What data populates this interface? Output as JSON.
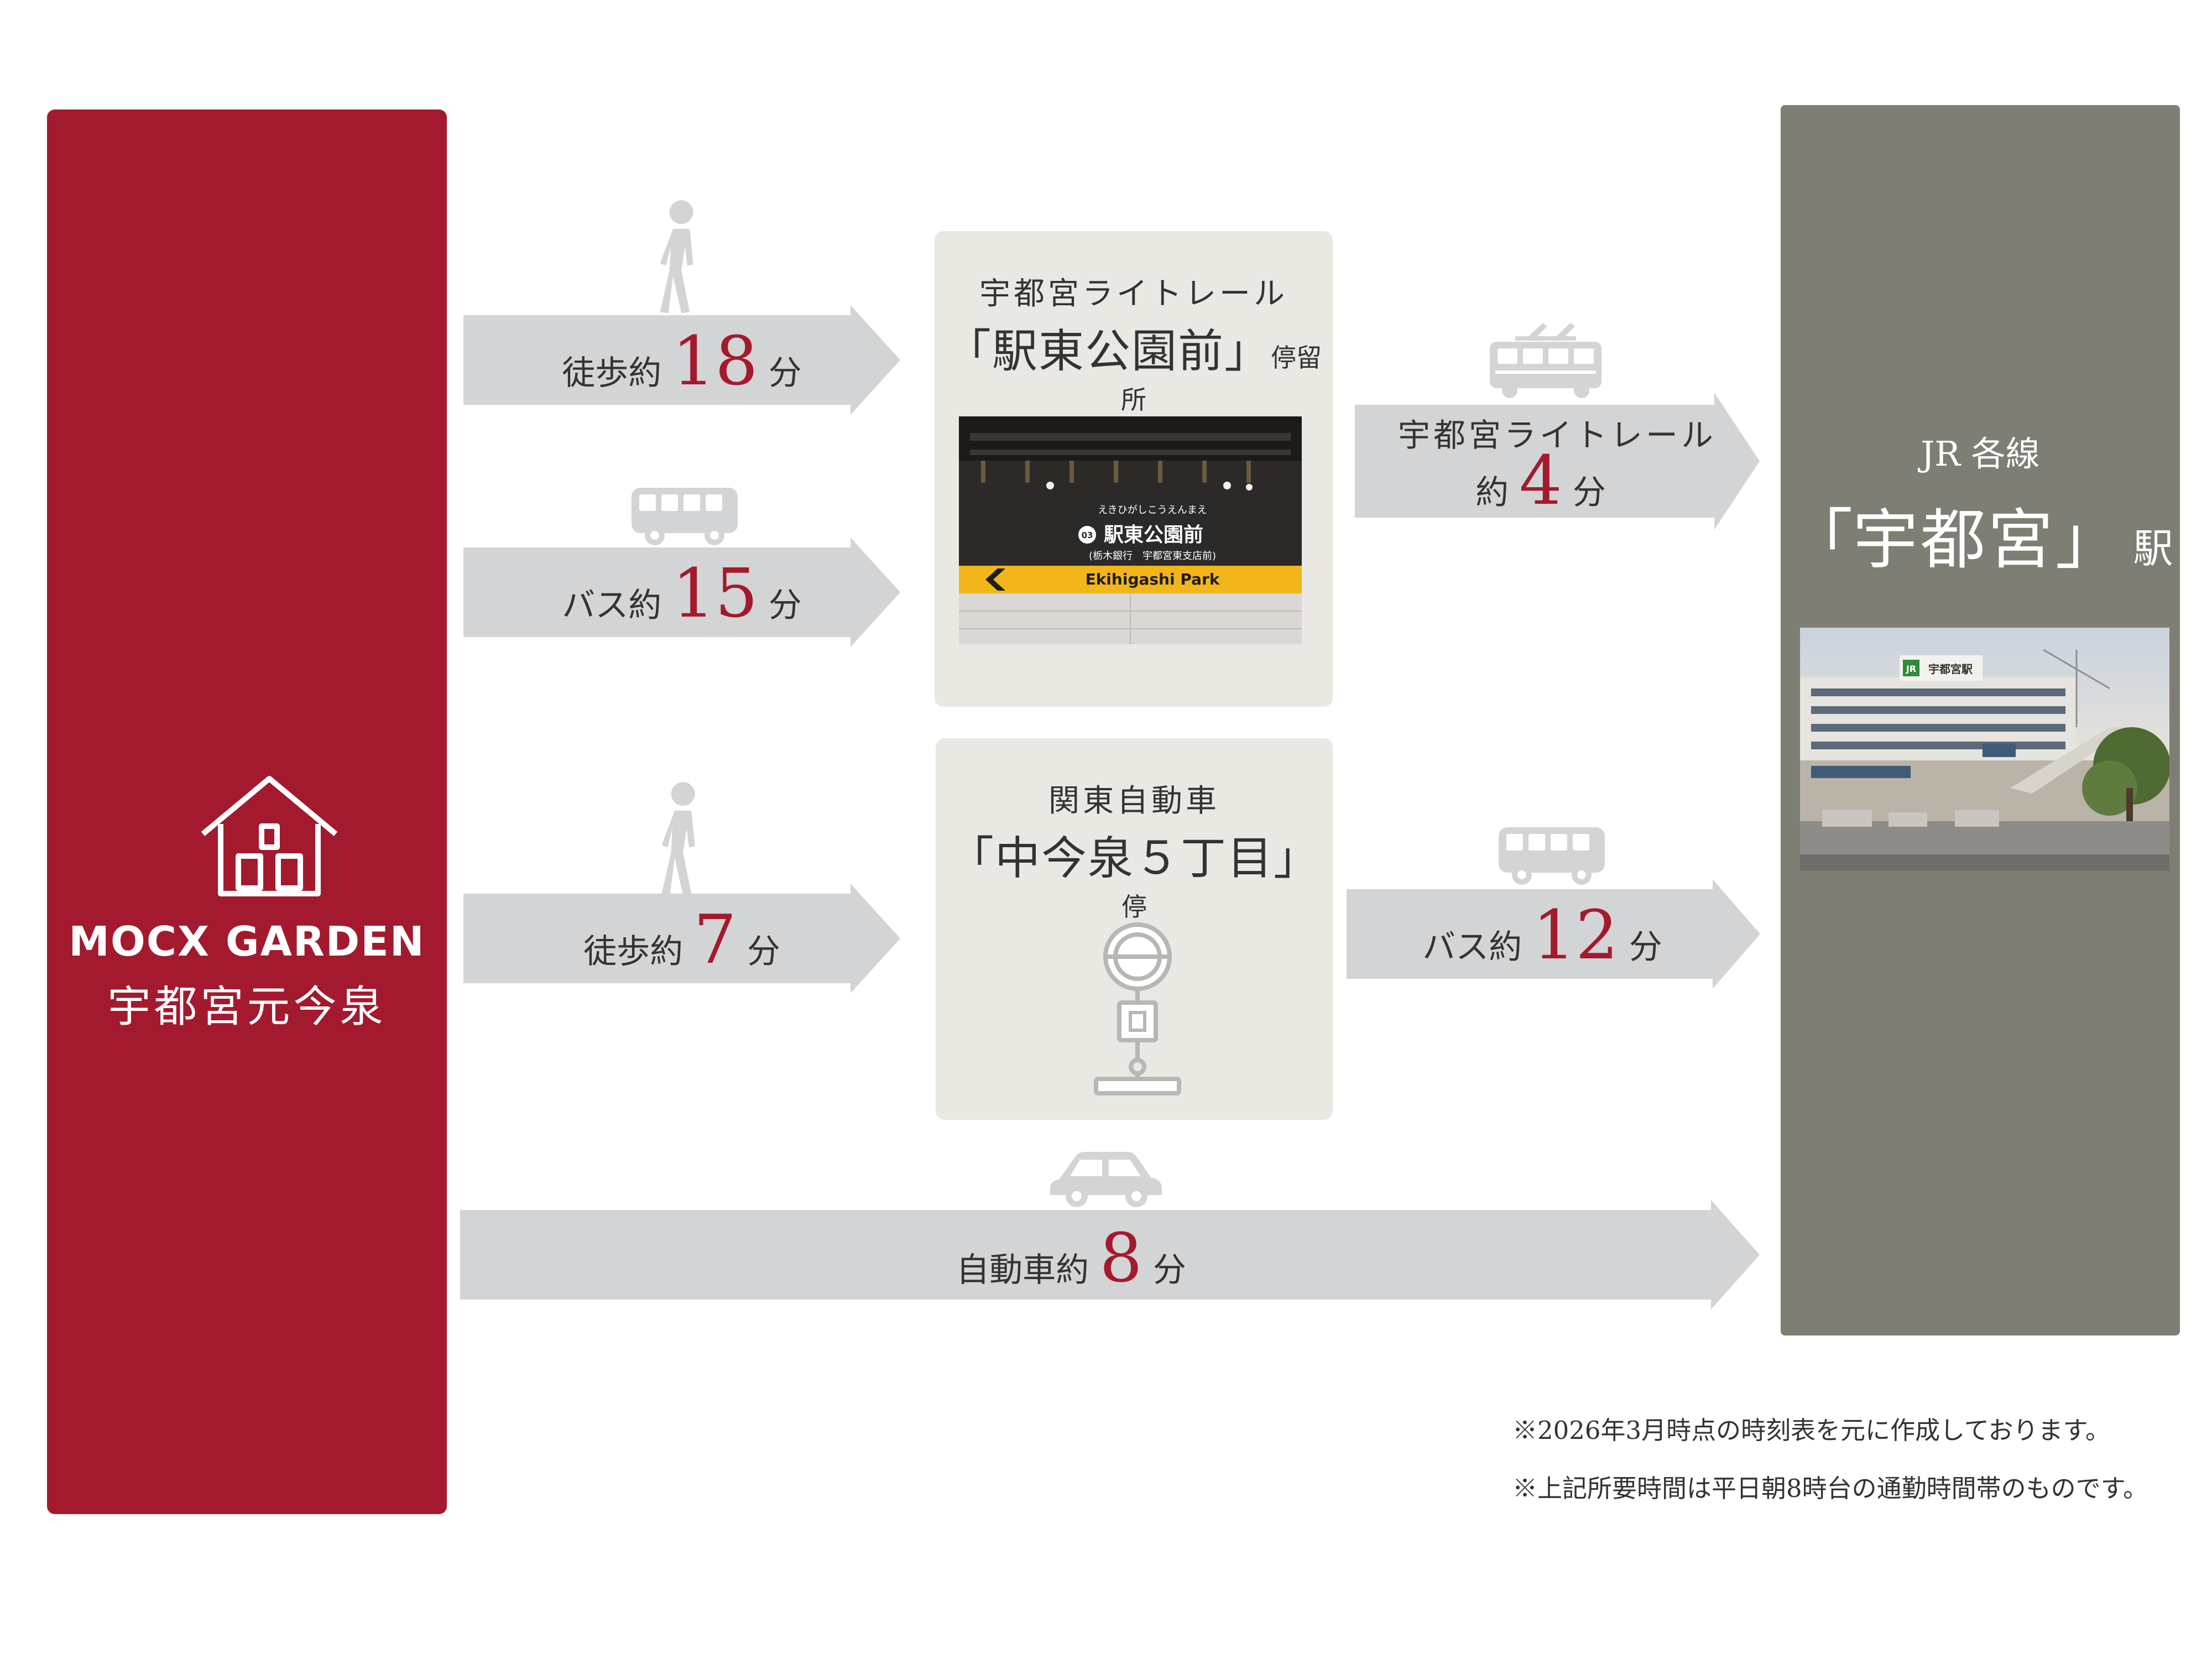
{
  "origin": {
    "brand": "MOCX GARDEN",
    "name": "宇都宮元今泉"
  },
  "routes": [
    {
      "mode": "徒歩約",
      "minutes": "18",
      "unit": "分",
      "icon": "walking-person-icon"
    },
    {
      "mode": "バス約",
      "minutes": "15",
      "unit": "分",
      "icon": "bus-icon"
    },
    {
      "mode": "徒歩約",
      "minutes": "7",
      "unit": "分",
      "icon": "walking-person-icon"
    },
    {
      "mode": "宇都宮ライトレール",
      "mode_line2": "約",
      "minutes": "4",
      "unit": "分",
      "icon": "tram-icon"
    },
    {
      "mode": "バス約",
      "minutes": "12",
      "unit": "分",
      "icon": "bus-icon"
    },
    {
      "mode": "自動車約",
      "minutes": "8",
      "unit": "分",
      "icon": "car-icon"
    }
  ],
  "stops": {
    "tram": {
      "operator": "宇都宮ライトレール",
      "bracket_open": "「",
      "name": "駅東公園前",
      "bracket_close": "」",
      "suffix": "停留所",
      "sign": {
        "kana": "えきひがしこうえんまえ",
        "number": "03",
        "name": "駅東公園前",
        "sub": "(栃木銀行　宇都宮東支店前)",
        "roman": "Ekihigashi Park"
      }
    },
    "bus": {
      "operator": "関東自動車",
      "bracket_open": "「",
      "name": "中今泉５丁目",
      "bracket_close": "」",
      "suffix": "停"
    }
  },
  "destination": {
    "lines": "JR 各線",
    "bracket_open": "「",
    "name": "宇都宮",
    "bracket_close": "」",
    "suffix": "駅",
    "photo_sign": "宇都宮駅"
  },
  "notes": [
    "※2026年3月時点の時刻表を元に作成しております。",
    "※上記所要時間は平日朝8時台の通勤時間帯のものです。"
  ],
  "colors": {
    "accent": "#a31a2e",
    "arrow": "#d3d4d5",
    "station_panel": "#7e7e74",
    "stop_box": "#eae8e2"
  }
}
